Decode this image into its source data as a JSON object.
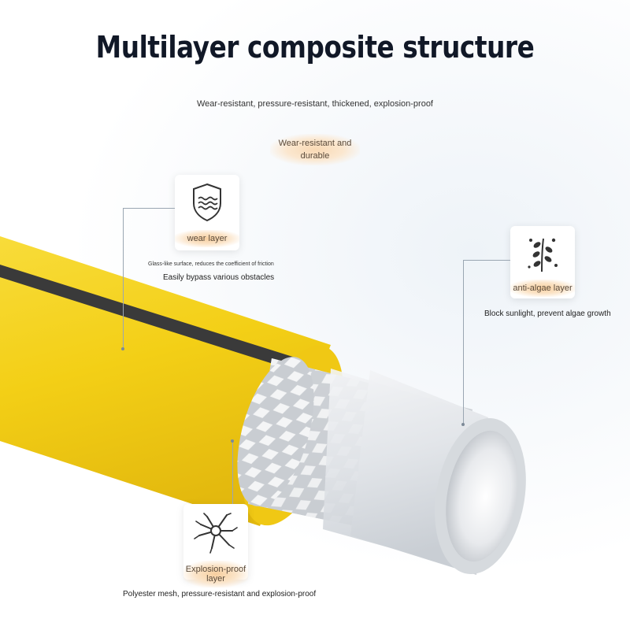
{
  "title": "Multilayer composite structure",
  "subtitle": "Wear-resistant, pressure-resistant, thickened, explosion-proof",
  "top_badge": {
    "line1": "Wear-resistant and",
    "line2": "durable"
  },
  "wear_layer": {
    "label": "wear layer",
    "icon": "shield-waves-icon",
    "note1": "Glass-like surface, reduces the coefficient of friction",
    "note2": "Easily bypass various obstacles"
  },
  "anti_algae_layer": {
    "label": "anti-algae layer",
    "icon": "algae-leaf-icon",
    "note": "Block sunlight, prevent algae growth"
  },
  "explosion_proof_layer": {
    "label": "Explosion-proof layer",
    "icon": "crack-burst-icon",
    "note": "Polyester mesh, pressure-resistant and explosion-proof"
  },
  "colors": {
    "hose_yellow": "#f5d21a",
    "stripe": "#3a3a3a",
    "inner_white": "#e9ebee",
    "label_peach": "#f7cf9f"
  }
}
